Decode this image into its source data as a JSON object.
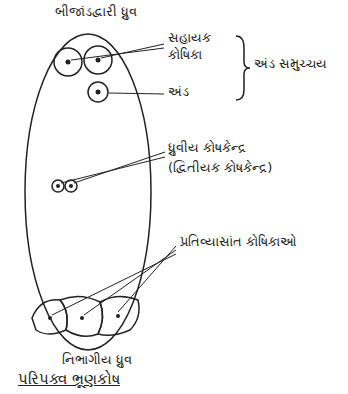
{
  "diagram": {
    "caption": "પરિપક્વ ભ્રૂણકોષ",
    "labels": [
      "બીજાંડદ્વારી ધ્રુવ",
      "સહાયક કોષિકા",
      "અંડ સમુચ્ચય",
      "અંડ",
      "ધ્રુવીય કોષકેન્દ્ર",
      "(દ્વિતીયક કોષકેન્દ્ર)",
      "પ્રતિવ્યાસાંત કોષિકાઓ",
      "નિભાગીય ધ્રુવ"
    ]
  }
}
